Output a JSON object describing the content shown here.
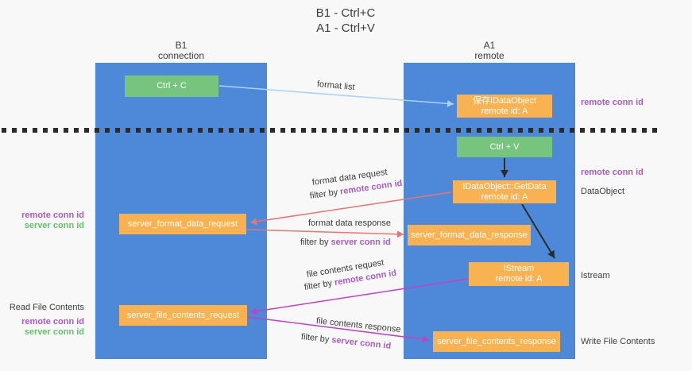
{
  "title": {
    "line1": "B1 - Ctrl+C",
    "line2": "A1 - Ctrl+V"
  },
  "lanes": {
    "left": {
      "title": "B1",
      "subtitle": "connection"
    },
    "right": {
      "title": "A1",
      "subtitle": "remote"
    }
  },
  "nodes": {
    "ctrl_c": {
      "label": "Ctrl + C"
    },
    "save_idataobject": {
      "line1": "保存IDataObject",
      "line2": "remote id: A"
    },
    "ctrl_v": {
      "label": "Ctrl + V"
    },
    "getdata": {
      "line1": "IDataObject::GetData",
      "line2": "remote id: A"
    },
    "format_request": {
      "label": "server_format_data_request"
    },
    "format_response": {
      "label": "server_format_data_response"
    },
    "istream": {
      "line1": "IStream",
      "line2": "remote id: A"
    },
    "file_request": {
      "label": "server_file_contents_request"
    },
    "file_response": {
      "label": "server_file_contents_response"
    }
  },
  "edges": {
    "format_list": {
      "label": "format list"
    },
    "format_data_request": {
      "label": "format data request",
      "filter_prefix": "filter by ",
      "filter_id": "remote conn id"
    },
    "format_data_response": {
      "label": "format data response",
      "filter_prefix": "filter by ",
      "filter_id": "server conn id"
    },
    "file_contents_request": {
      "label": "file contents request",
      "filter_prefix": "filter by ",
      "filter_id": "remote conn id"
    },
    "file_contents_response": {
      "label": "file contents response",
      "filter_prefix": "filter by ",
      "filter_id": "server conn id"
    }
  },
  "annotations": {
    "right": {
      "remote_conn_id_top": "remote conn id",
      "remote_conn_id_mid": "remote conn id",
      "dataobject": "DataObject",
      "istream": "Istream",
      "write_file_contents": "Write File Contents"
    },
    "left": {
      "remote_conn_id_1": "remote conn id",
      "server_conn_id_1": "server conn id",
      "read_file_contents": "Read File Contents",
      "remote_conn_id_2": "remote conn id",
      "server_conn_id_2": "server conn id"
    }
  },
  "colors": {
    "lane_blue": "#4e88d9",
    "node_orange": "#f8b251",
    "node_green": "#77c47e",
    "purple_text": "#a85cc4",
    "green_text": "#68be6c",
    "arrow_light_blue": "#a9d3f2",
    "arrow_salmon": "#e87474",
    "arrow_magenta": "#c342c3",
    "arrow_black": "#2b2b2b",
    "background": "#f8f8f8"
  }
}
